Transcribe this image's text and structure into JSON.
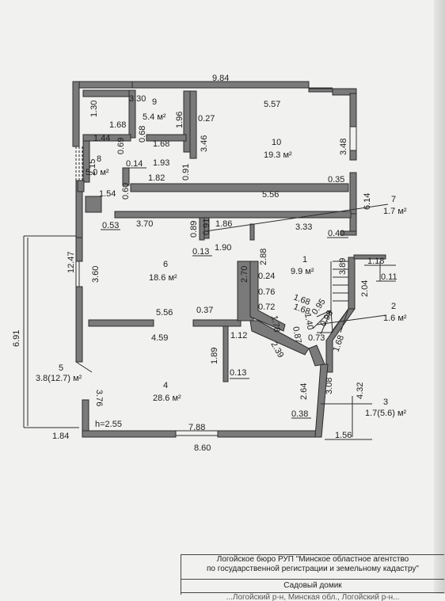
{
  "walls_color": "#6f6f6f",
  "dimensions": {
    "d_9_84": "9.84",
    "d_3_30": "3.30",
    "d_5_57": "5.57",
    "d_1_30": "1.30",
    "d_1_68a": "1.68",
    "d_1_96": "1.96",
    "d_0_27": "0.27",
    "d_1_44": "1.44",
    "d_0_69": "0.69",
    "d_0_68": "0.68",
    "d_1_68b": "1.68",
    "d_3_46": "3.46",
    "d_3_48": "3.48",
    "d_2_15": "2.15",
    "d_0_14": "0.14",
    "d_1_93": "1.93",
    "d_0_91a": "0.91",
    "d_1_82": "1.82",
    "d_0_35": "0.35",
    "d_0_60": "0.60",
    "d_6_14": "6.14",
    "d_1_54": "1.54",
    "d_5_56a": "5.56",
    "d_3_70": "3.70",
    "d_0_53": "0.53",
    "d_0_89": "0.89",
    "d_0_91b": "0.91",
    "d_1_86": "1.86",
    "d_3_33": "3.33",
    "d_0_40": "0.40",
    "d_0_13a": "0.13",
    "d_1_90": "1.90",
    "d_2_88": "2.88",
    "d_1_18": "1.18",
    "d_0_11": "0.11",
    "d_12_47": "12.47",
    "d_3_60": "3.60",
    "d_2_70": "2.70",
    "d_0_24": "0.24",
    "d_3_89": "3.89",
    "d_0_76": "0.76",
    "d_2_04": "2.04",
    "d_1_68c": "1.68",
    "d_0_72": "0.72",
    "d_1_68d": "1.68",
    "d_1_40": "1.40",
    "d_0_95": "0.95",
    "d_5_56b": "5.56",
    "d_0_37": "0.37",
    "d_1_78": "1.78",
    "d_0_87": "0.87",
    "d_0_73": "0.73",
    "d_0_98": "0.98",
    "d_6_91": "6.91",
    "d_4_59": "4.59",
    "d_1_12": "1.12",
    "d_2_39": "2.39",
    "d_1_68e": "1.68",
    "d_1_89": "1.89",
    "d_0_13b": "0.13",
    "d_4_32": "4.32",
    "d_3_76": "3.76",
    "d_2_64": "2.64",
    "d_3_08": "3.08",
    "d_0_38": "0.38",
    "d_h": "h=2.55",
    "d_7_88": "7.88",
    "d_1_84": "1.84",
    "d_8_60": "8.60",
    "d_1_56": "1.56"
  },
  "rooms": {
    "r1": {
      "number": "1",
      "area": "9.9 м²"
    },
    "r2": {
      "number": "2",
      "area": "1.6 м²"
    },
    "r3": {
      "number": "3",
      "area": "1.7(5.6) м²"
    },
    "r4": {
      "number": "4",
      "area": "28.6 м²"
    },
    "r5": {
      "number": "5",
      "area": "3.8(12.7) м²"
    },
    "r6": {
      "number": "6",
      "area": "18.6 м²"
    },
    "r7": {
      "number": "7",
      "area": "1.7 м²"
    },
    "r8": {
      "number": "8",
      "area": "5.0 м²"
    },
    "r9": {
      "number": "9",
      "area": "5.4 м²"
    },
    "r10": {
      "number": "10",
      "area": "19.3 м²"
    }
  },
  "stamp": {
    "line1": "Логойское бюро РУП \"Минское областное агентство",
    "line2": "по государственной регистрации и земельному кадастру\"",
    "line3": "Садовый домик",
    "line4": "...Логойский р-н, Минская обл., Логойский р-н..."
  }
}
